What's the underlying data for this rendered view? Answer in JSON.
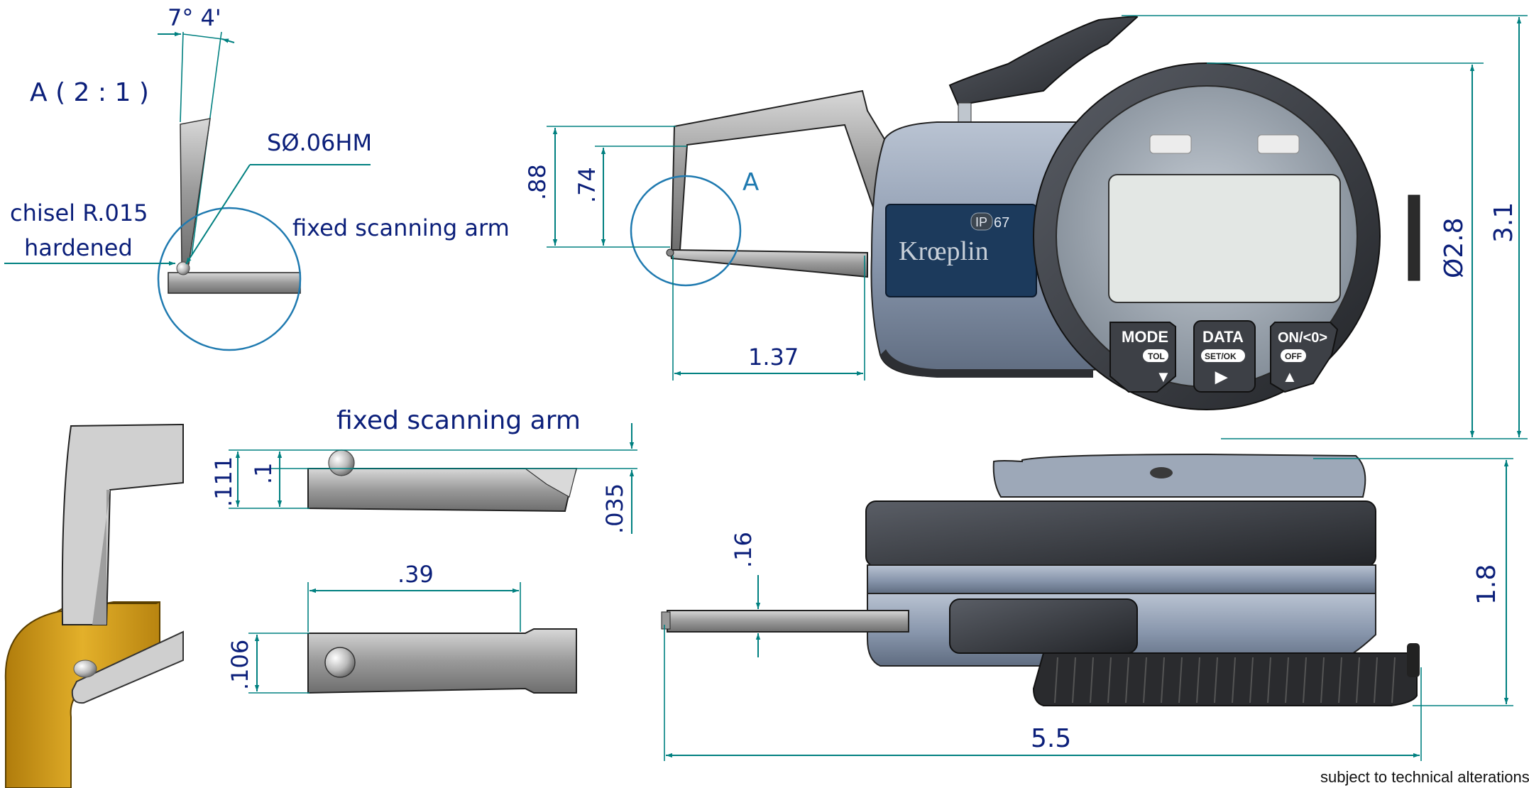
{
  "detail_view": {
    "title": "A ( 2 : 1 )",
    "angle": "7°  4'",
    "ball_tip": "SØ.06HM",
    "chisel_line1": "chisel R.015",
    "chisel_line2": "hardened",
    "arm_label": "fixed scanning arm"
  },
  "side_view": {
    "arm_label": "fixed scanning arm",
    "dim_111": ".111",
    "dim_1": ".1",
    "dim_035": ".035"
  },
  "top_view": {
    "dim_39": ".39",
    "dim_106": ".106"
  },
  "front_view": {
    "dim_88": ".88",
    "dim_74": ".74",
    "detail_marker": "A",
    "dim_137": "1.37",
    "dim_dia": "Ø2.8",
    "dim_31": "3.1",
    "brand": "Krœplin",
    "ip_badge": "IP",
    "ip_num": "67",
    "buttons": [
      {
        "top": "MODE",
        "sub": "TOL",
        "arrow": "▼"
      },
      {
        "top": "DATA",
        "sub": "SET/OK",
        "arrow": "▶"
      },
      {
        "top": "ON/<0>",
        "sub": "OFF",
        "arrow": "▲"
      }
    ]
  },
  "bottom_view": {
    "dim_16": ".16",
    "dim_18": "1.8",
    "dim_55": "5.5"
  },
  "footer_note": "subject to technical alterations",
  "colors": {
    "dimension": "#008080",
    "label": "#0b1f7a",
    "detail_circle": "#1f7ab0",
    "housing": "#8d9bb0",
    "bezel": "#3a3d42",
    "display": "#e3e7e4",
    "brand_panel": "#1c3a5c",
    "gold": "#d9a21b"
  }
}
